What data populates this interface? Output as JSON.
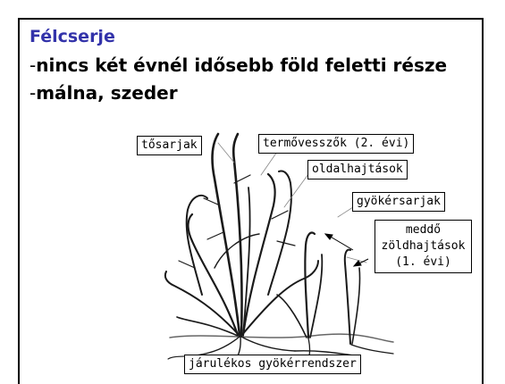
{
  "slide": {
    "title": "Félcserje",
    "bullets": [
      {
        "dash": "-",
        "text": "nincs két évnél idősebb föld feletti része"
      },
      {
        "dash": "-",
        "text": "málna, szeder"
      }
    ]
  },
  "diagram": {
    "labels": {
      "tosarjak": "tősarjak",
      "termovesszok": "termővesszők (2. évi)",
      "oldalhajtasok": "oldalhajtások",
      "gyokersarjak": "gyökérsarjak",
      "meddo_line1": "meddő",
      "meddo_line2": "zöldhajtások",
      "meddo_line3": "(1. évi)",
      "gyokerrendszer": "járulékos gyökérrendszer"
    }
  },
  "colors": {
    "title": "#3333aa",
    "text": "#000000",
    "background": "#ffffff"
  }
}
